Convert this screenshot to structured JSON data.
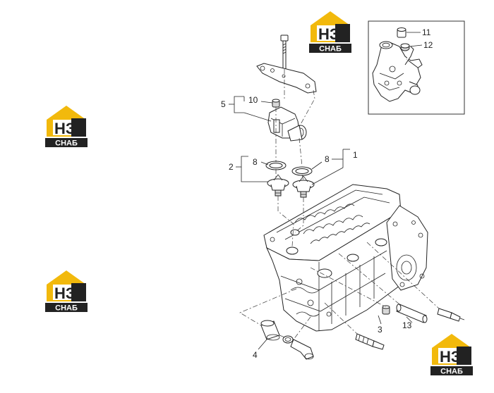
{
  "brand": {
    "logo_letters": "НЗ",
    "logo_caption": "СНАБ",
    "colors": {
      "yellow": "#f2b90c",
      "dark": "#222222",
      "white": "#ffffff"
    }
  },
  "callouts": [
    "1",
    "2",
    "3",
    "4",
    "5",
    "8",
    "8",
    "10",
    "11",
    "12",
    "13"
  ]
}
